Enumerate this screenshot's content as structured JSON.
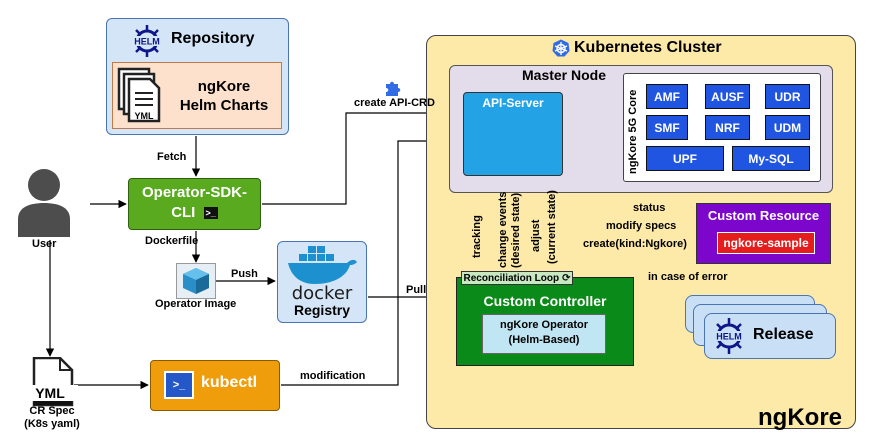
{
  "repository": {
    "title": "Repository",
    "helm_text": "HELM"
  },
  "charts": {
    "line1": "ngKore",
    "line2": "Helm Charts",
    "yml": "YML"
  },
  "cluster": {
    "title": "Kubernetes Cluster"
  },
  "master": {
    "title": "Master Node",
    "api": "API-Server"
  },
  "core": {
    "label": "ngKore 5G Core",
    "nfs": [
      "AMF",
      "AUSF",
      "UDR",
      "SMF",
      "NRF",
      "UDM",
      "UPF",
      "My-SQL"
    ]
  },
  "custom_resource": {
    "title": "Custom Resource",
    "sample": "ngkore-sample"
  },
  "controller": {
    "title": "Custom Controller",
    "recon": "Reconciliation Loop",
    "inner_line1": "ngKore Operator",
    "inner_line2": "(Helm-Based)"
  },
  "release": {
    "title": "Release",
    "helm_text": "HELM"
  },
  "sdk": {
    "line1": "Operator-SDK-",
    "line2": "CLI",
    "prompt": ">_"
  },
  "docker": {
    "logo": "docker",
    "registry": "Registry"
  },
  "kubectl": {
    "title": "kubectl",
    "icon": ">_"
  },
  "user": {
    "label": "User"
  },
  "crspec": {
    "yml": "YML",
    "line1": "CR Spec",
    "line2": "(K8s yaml)"
  },
  "labels": {
    "fetch": "Fetch",
    "dockerfile": "Dockerfile",
    "operator_image": "Operator Image",
    "push": "Push",
    "pull": "Pull",
    "modification": "modification",
    "create_api_crd": "create API-CRD",
    "status": "status",
    "modify_specs": "modify specs",
    "create_kind": "create(kind:Ngkore)",
    "in_case_of_error": "in case of error",
    "tracking": "tracking",
    "change_events": "change events",
    "desired_state": "(desired state)",
    "adjust": "adjust",
    "current_state": "(current state)"
  },
  "brand": {
    "name": "ngKore"
  },
  "colors": {
    "api": "#23a3e6",
    "nf": "#1f55e0",
    "cr": "#7d06cc",
    "controller": "#0a8a18",
    "sdk": "#5aaa1f",
    "kubectl": "#ef9d0a"
  }
}
